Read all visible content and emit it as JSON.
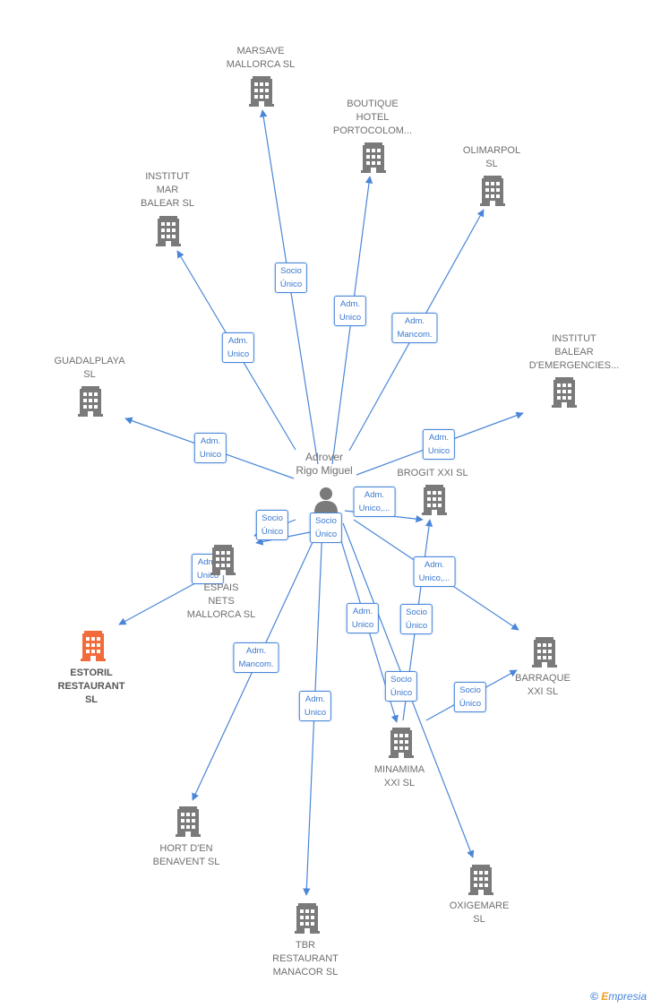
{
  "center": {
    "name": "Adrover\nRigo Miguel",
    "icon": "person-icon"
  },
  "colors": {
    "edge": "#4a86d8",
    "building": "#7a7a7a",
    "highlight": "#f26b3a"
  },
  "nodes": [
    {
      "id": "marsave",
      "label": "MARSAVE\nMALLORCA SL",
      "highlight": false
    },
    {
      "id": "boutique",
      "label": "BOUTIQUE\nHOTEL\nPORTOCOLOM...",
      "highlight": false
    },
    {
      "id": "olimarpol",
      "label": "OLIMARPOL\nSL",
      "highlight": false
    },
    {
      "id": "institut-mar",
      "label": "INSTITUT\nMAR\nBALEAR SL",
      "highlight": false
    },
    {
      "id": "institut-emerg",
      "label": "INSTITUT\nBALEAR\nD'EMERGENCIES...",
      "highlight": false
    },
    {
      "id": "guadalplaya",
      "label": "GUADALPLAYA\nSL",
      "highlight": false
    },
    {
      "id": "brogit",
      "label": "BROGIT XXI  SL",
      "highlight": false
    },
    {
      "id": "espais",
      "label": "ESPAIS\nNETS\nMALLORCA SL",
      "highlight": false
    },
    {
      "id": "estoril",
      "label": "ESTORIL\nRESTAURANT\nSL",
      "highlight": true
    },
    {
      "id": "barraque",
      "label": "BARRAQUE\nXXI  SL",
      "highlight": false
    },
    {
      "id": "minamima",
      "label": "MINAMIMA\nXXI  SL",
      "highlight": false
    },
    {
      "id": "hort",
      "label": "HORT D'EN\nBENAVENT  SL",
      "highlight": false
    },
    {
      "id": "oxigemare",
      "label": "OXIGEMARE\nSL",
      "highlight": false
    },
    {
      "id": "tbr",
      "label": "TBR\nRESTAURANT\nMANACOR SL",
      "highlight": false
    }
  ],
  "edges": [
    {
      "from": "adrover",
      "to": "marsave",
      "label": "Socio\nÚnico"
    },
    {
      "from": "adrover",
      "to": "boutique",
      "label": "Adm.\nUnico"
    },
    {
      "from": "adrover",
      "to": "olimarpol",
      "label": "Adm.\nMancom."
    },
    {
      "from": "adrover",
      "to": "institut-mar",
      "label": "Adm.\nUnico"
    },
    {
      "from": "adrover",
      "to": "guadalplaya",
      "label": "Adm.\nUnico"
    },
    {
      "from": "adrover",
      "to": "institut-emerg",
      "label": "Adm.\nUnico"
    },
    {
      "from": "adrover",
      "to": "brogit",
      "label": "Adm.\nUnico,..."
    },
    {
      "from": "adrover",
      "to": "espais",
      "label": "Socio\nÚnico"
    },
    {
      "from": "adrover",
      "to": "espais",
      "label": "Socio\nÚnico"
    },
    {
      "from": "espais",
      "to": "estoril",
      "label": "Adm.\nUnico"
    },
    {
      "from": "adrover",
      "to": "barraque",
      "label": "Adm.\nUnico,..."
    },
    {
      "from": "adrover",
      "to": "minamima",
      "label": "Adm.\nUnico"
    },
    {
      "from": "minamima",
      "to": "brogit",
      "label": "Socio\nÚnico"
    },
    {
      "from": "adrover",
      "to": "oxigemare",
      "label": "Socio\nÚnico"
    },
    {
      "from": "minamima",
      "to": "barraque",
      "label": "Socio\nÚnico"
    },
    {
      "from": "adrover",
      "to": "hort",
      "label": "Adm.\nMancom."
    },
    {
      "from": "adrover",
      "to": "tbr",
      "label": "Adm.\nUnico"
    }
  ],
  "brand": {
    "symbol": "©",
    "first": "E",
    "rest": "mpresia"
  }
}
